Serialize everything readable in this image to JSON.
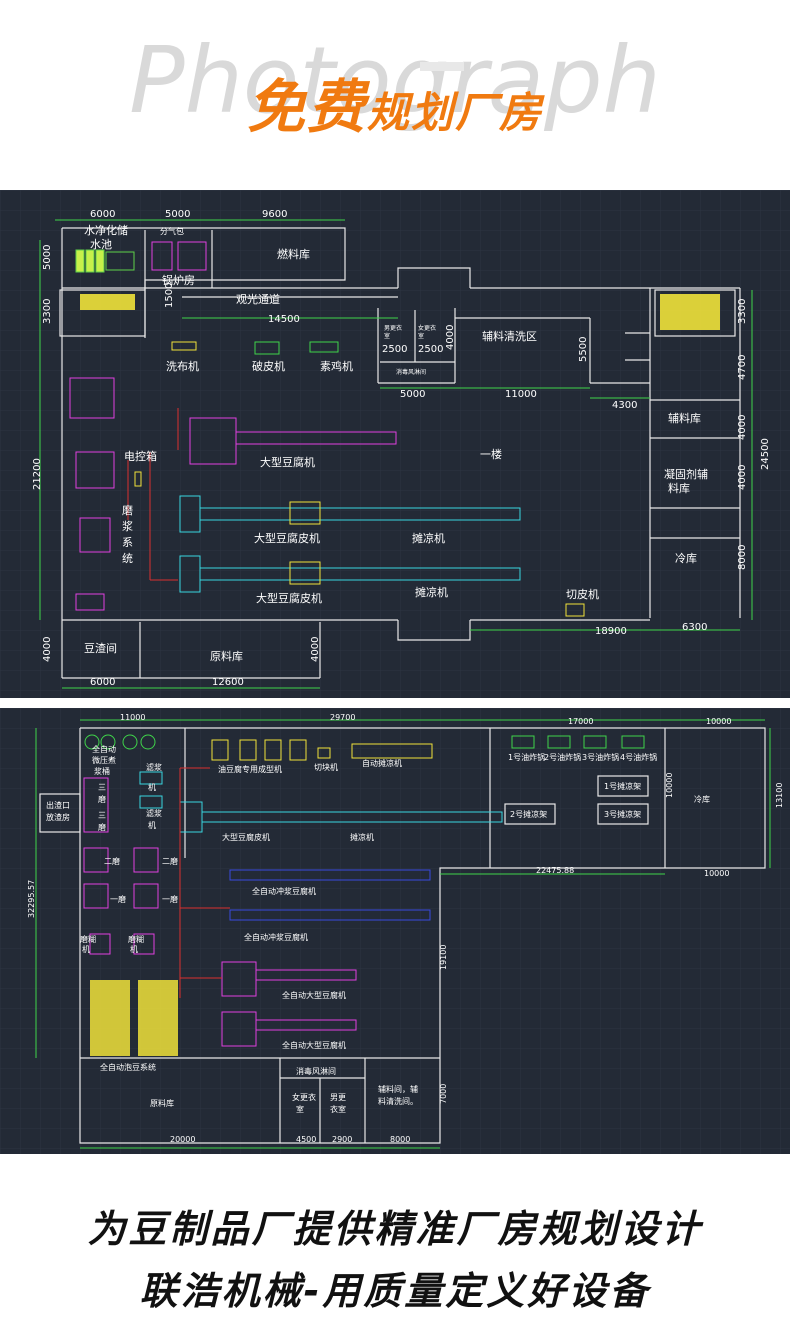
{
  "header": {
    "watermark": "Photograph",
    "title_bold": "免费",
    "title_rest": "规划厂房"
  },
  "plan1": {
    "dims": {
      "d6000_top": "6000",
      "d5000_top": "5000",
      "d9600_top": "9600",
      "d5000_left": "5000",
      "d3300_left": "3300",
      "d21200": "21200",
      "d4000_left": "4000",
      "d3300_right": "3300",
      "d4700": "4700",
      "d4000_r1": "4000",
      "d4000_r2": "4000",
      "d24500": "24500",
      "d8000": "8000",
      "d1500": "1500",
      "d14500": "14500",
      "d2500_a": "2500",
      "d2500_b": "2500",
      "d4000_mid": "4000",
      "d5500": "5500",
      "d5000_mid": "5000",
      "d11000": "11000",
      "d4300": "4300",
      "d18900": "18900",
      "d6300": "6300",
      "d6000_bot": "6000",
      "d12600": "12600",
      "d4000_bot": "4000"
    },
    "labels": {
      "water": "水净化储",
      "water2": "水池",
      "gas": "分气包",
      "boiler": "锅炉房",
      "fuel": "燃料库",
      "corridor": "观光通道",
      "washer": "洗布机",
      "peeler": "破皮机",
      "chicken": "素鸡机",
      "changing_m": "男更衣",
      "changing_m2": "室",
      "changing_f": "女更衣",
      "changing_f2": "室",
      "airlock": "消毒风淋间",
      "aux_wash": "辅料清洗区",
      "aux_store": "辅料库",
      "coag": "凝固剂辅",
      "coag2": "料库",
      "cold": "冷库",
      "floor1": "一楼",
      "elec": "电控箱",
      "grind": "磨",
      "grind2": "浆",
      "grind3": "系",
      "grind4": "统",
      "tofu_big": "大型豆腐机",
      "skin1": "大型豆腐皮机",
      "skin2": "大型豆腐皮机",
      "cool1": "摊凉机",
      "cool2": "摊凉机",
      "cutter": "切皮机",
      "okara": "豆渣间",
      "raw": "原料库"
    }
  },
  "plan2": {
    "dims": {
      "d11000": "11000",
      "d29700": "29700",
      "d17000": "17000",
      "d10000_top": "10000",
      "d10000_r": "10000",
      "d13100": "13100",
      "d22475": "22475.88",
      "d10000_b": "10000",
      "d32295": "32295.57",
      "d19100": "19100",
      "d7000": "7000",
      "d20000": "20000",
      "d4500": "4500",
      "d2900": "2900",
      "d8000": "8000"
    },
    "labels": {
      "auto_soak": "全自动",
      "auto_soak2": "微压煮",
      "auto_soak3": "浆桶",
      "slag": "出渣口",
      "slag2": "放渣房",
      "grind3a": "三",
      "grind3b": "磨",
      "grind3c": "三",
      "grind3d": "磨",
      "grind2a": "二磨",
      "grind2b": "二磨",
      "grind1a": "一磨",
      "grind1b": "一磨",
      "filter1": "滤浆",
      "filter1b": "机",
      "filter2": "滤浆",
      "filter2b": "机",
      "coarse1": "磨糊",
      "coarse1b": "机",
      "coarse2": "磨糊",
      "coarse2b": "机",
      "fried_former": "油豆腐专用成型机",
      "cutter": "切块机",
      "auto_cool": "自动摊凉机",
      "fryer1": "1号油炸锅",
      "fryer2": "2号油炸锅",
      "fryer3": "3号油炸锅",
      "fryer4": "4号油炸锅",
      "rack1": "1号摊凉架",
      "rack2": "2号摊凉架",
      "rack3": "3号摊凉架",
      "cold": "冷库",
      "skin": "大型豆腐皮机",
      "cool": "摊凉机",
      "pour1": "全自动冲浆豆腐机",
      "pour2": "全自动冲浆豆腐机",
      "big1": "全自动大型豆腐机",
      "big2": "全自动大型豆腐机",
      "soak_sys": "全自动泡豆系统",
      "raw": "原料库",
      "airlock": "消毒风淋间",
      "female": "女更衣",
      "female2": "室",
      "male": "男更",
      "male2": "衣室",
      "aux": "辅料间，辅",
      "aux2": "料清洗间。"
    }
  },
  "footer": {
    "line1": "为豆制品厂提供精准厂房规划设计",
    "line2": "联浩机械-用质量定义好设备"
  }
}
